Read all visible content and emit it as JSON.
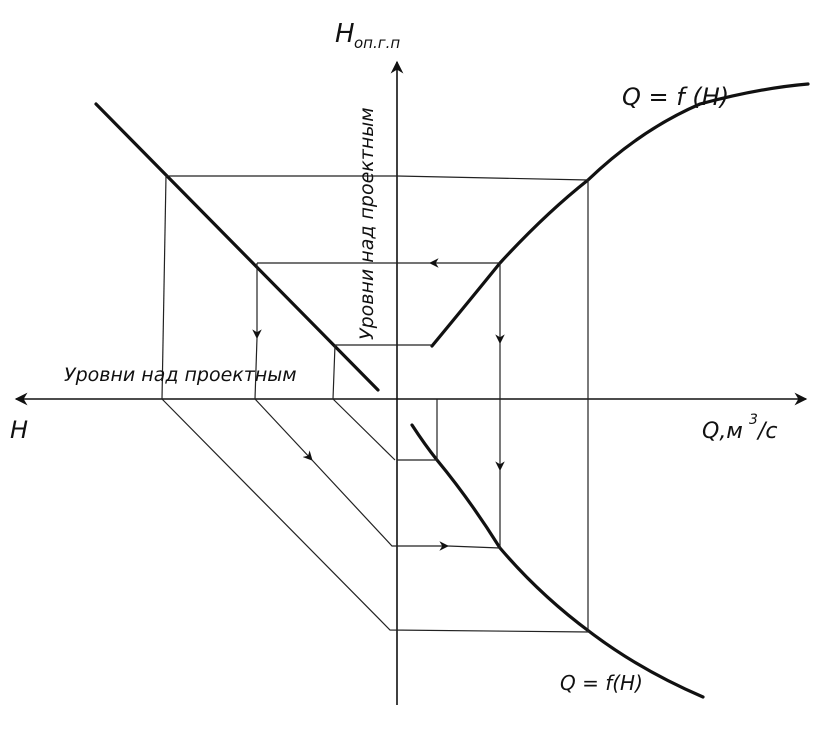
{
  "labels": {
    "y_axis": "H",
    "y_axis_sub": "оп.г.п",
    "x_axis_left": "H",
    "x_axis_right": "Q,м",
    "x_axis_right_sup": "3",
    "x_axis_right_tail": "/с",
    "levels_horizontal": "Уровни над проектным",
    "levels_vertical": "Уровни над проектным",
    "curve_upper": "Q = f (H)",
    "curve_lower": "Q = f(H)"
  }
}
